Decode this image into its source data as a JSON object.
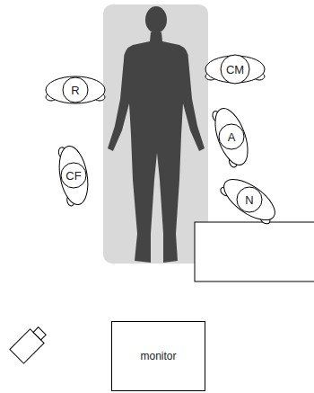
{
  "diagram": {
    "nodes": [
      {
        "text": [
          "CM"
        ]
      },
      {
        "text": [
          "R"
        ]
      },
      {
        "text": [
          "A"
        ]
      },
      {
        "text": [
          "CF"
        ]
      },
      {
        "text": [
          "N"
        ]
      },
      {
        "text": [
          "monitor"
        ]
      }
    ]
  }
}
